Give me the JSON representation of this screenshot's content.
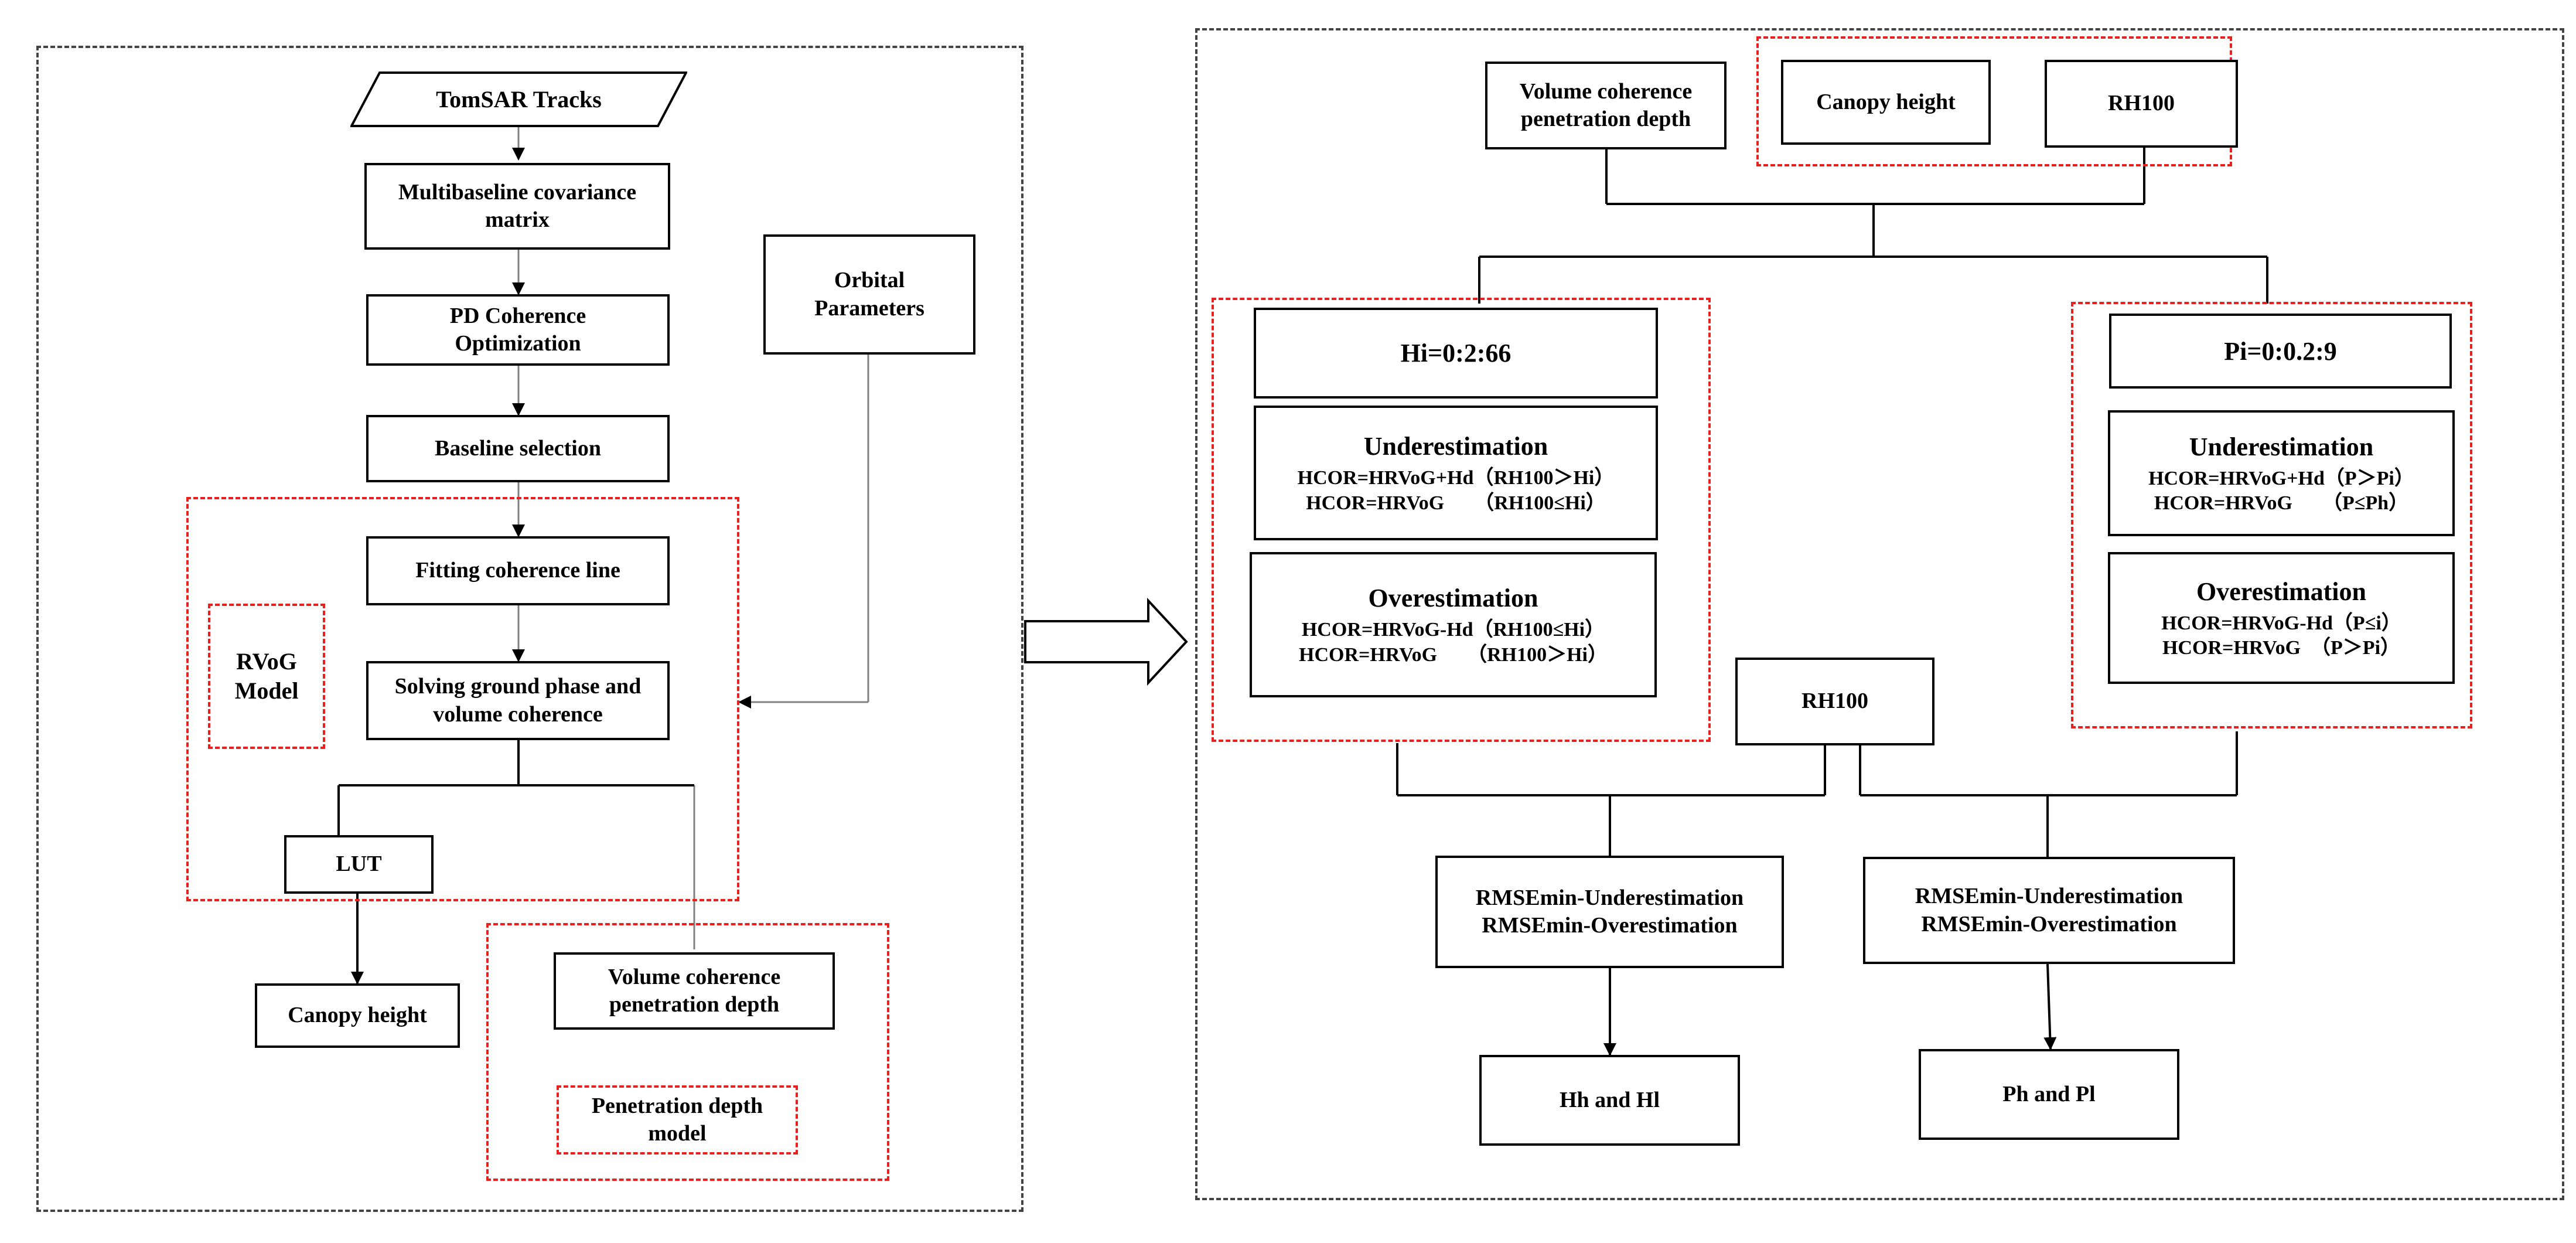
{
  "left_panel": {
    "tomsar_tracks": "TomSAR Tracks",
    "covariance": [
      "Multibaseline covariance",
      "matrix"
    ],
    "pd_coherence": [
      "PD Coherence",
      "Optimization"
    ],
    "baseline_selection": "Baseline selection",
    "fitting": "Fitting coherence line",
    "solving": [
      "Solving ground phase and",
      "volume coherence"
    ],
    "rvog": [
      "RVoG",
      "Model"
    ],
    "orbital": [
      "Orbital",
      "Parameters"
    ],
    "lut": "LUT",
    "canopy_height": "Canopy height",
    "volume_depth": [
      "Volume coherence",
      "penetration depth"
    ],
    "penetration_model": [
      "Penetration depth",
      "model"
    ]
  },
  "right_panel": {
    "volume_depth": [
      "Volume coherence",
      "penetration depth"
    ],
    "canopy_height": "Canopy height",
    "rh100_top": "RH100",
    "hi_range": "Hi=0:2:66",
    "pi_range": "Pi=0:0.2:9",
    "hi_under": {
      "title": "Underestimation",
      "lines": [
        "HCOR=HRVoG+Hd（RH100＞Hi）",
        "HCOR=HRVoG　　（RH100≤Hi）"
      ]
    },
    "hi_over": {
      "title": "Overestimation",
      "lines": [
        "HCOR=HRVoG-Hd（RH100≤Hi）",
        "HCOR=HRVoG　　（RH100＞Hi）"
      ]
    },
    "pi_under": {
      "title": "Underestimation",
      "lines": [
        "HCOR=HRVoG+Hd（P＞Pi）",
        "HCOR=HRVoG　　（P≤Ph）"
      ]
    },
    "pi_over": {
      "title": "Overestimation",
      "lines": [
        "HCOR=HRVoG-Hd（P≤i）",
        "HCOR=HRVoG　（P＞Pi）"
      ]
    },
    "rh100_mid": "RH100",
    "rmse_left": [
      "RMSEmin-Underestimation",
      "RMSEmin-Overestimation"
    ],
    "rmse_right": [
      "RMSEmin-Underestimation",
      "RMSEmin-Overestimation"
    ],
    "hh_hl": "Hh and Hl",
    "ph_pl": "Ph and Pl"
  },
  "colors": {
    "line": "#000000",
    "connector_gray": "#808080",
    "red_dash": "#e8211e",
    "panel_dash": "#444444"
  }
}
